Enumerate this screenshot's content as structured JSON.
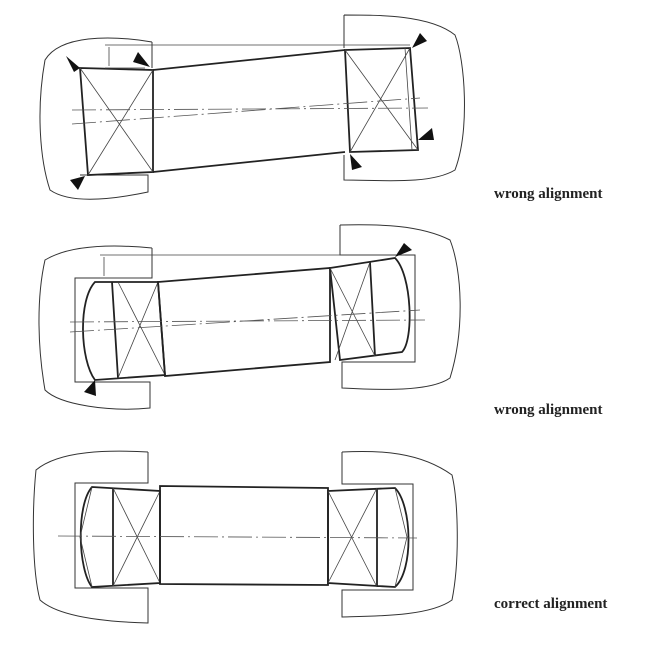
{
  "labels": [
    "wrong alignment",
    "wrong alignment",
    "correct alignment"
  ],
  "colors": {
    "line": "#222222",
    "background": "#ffffff"
  }
}
